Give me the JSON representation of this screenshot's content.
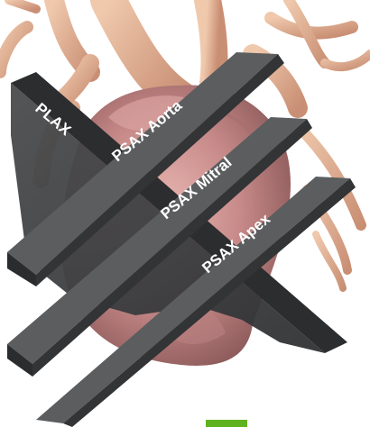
{
  "planes": [
    {
      "id": "plax",
      "label": "PLAX"
    },
    {
      "id": "psax-aorta",
      "label": "PSAX Aorta"
    },
    {
      "id": "psax-mitral",
      "label": "PSAX Mitral"
    },
    {
      "id": "psax-apex",
      "label": "PSAX Apex"
    }
  ],
  "colors": {
    "plane_face": "#3d3f41",
    "plane_edge": "#2a2c2e",
    "plane_top": "#5a5c5e",
    "heart": "#c98e8e",
    "vessels": "#e2b497",
    "label": "#ffffff",
    "marker": "#5fb31e"
  }
}
